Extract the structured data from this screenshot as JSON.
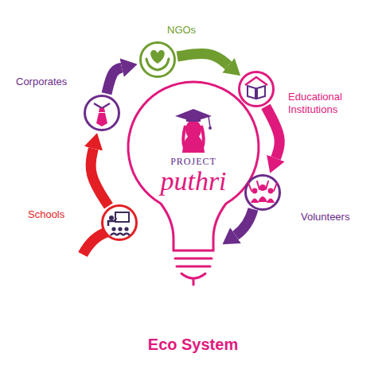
{
  "diagram": {
    "title": "Eco System",
    "nodes": [
      {
        "text": [
          "NGOs"
        ]
      },
      {
        "text": [
          "Corporates"
        ]
      },
      {
        "text": [
          "Educational Institutions"
        ]
      },
      {
        "text": [
          "PROJECT",
          "puthri"
        ]
      },
      {
        "text": [
          "Schools"
        ]
      },
      {
        "text": [
          "Volunteers"
        ]
      }
    ],
    "edges": [
      {
        "from": 4,
        "to": 1,
        "arrow": "to"
      },
      {
        "from": 1,
        "to": 0,
        "arrow": "to"
      },
      {
        "from": 0,
        "to": 2,
        "arrow": "to"
      },
      {
        "from": 2,
        "to": 5,
        "arrow": "to"
      }
    ]
  }
}
